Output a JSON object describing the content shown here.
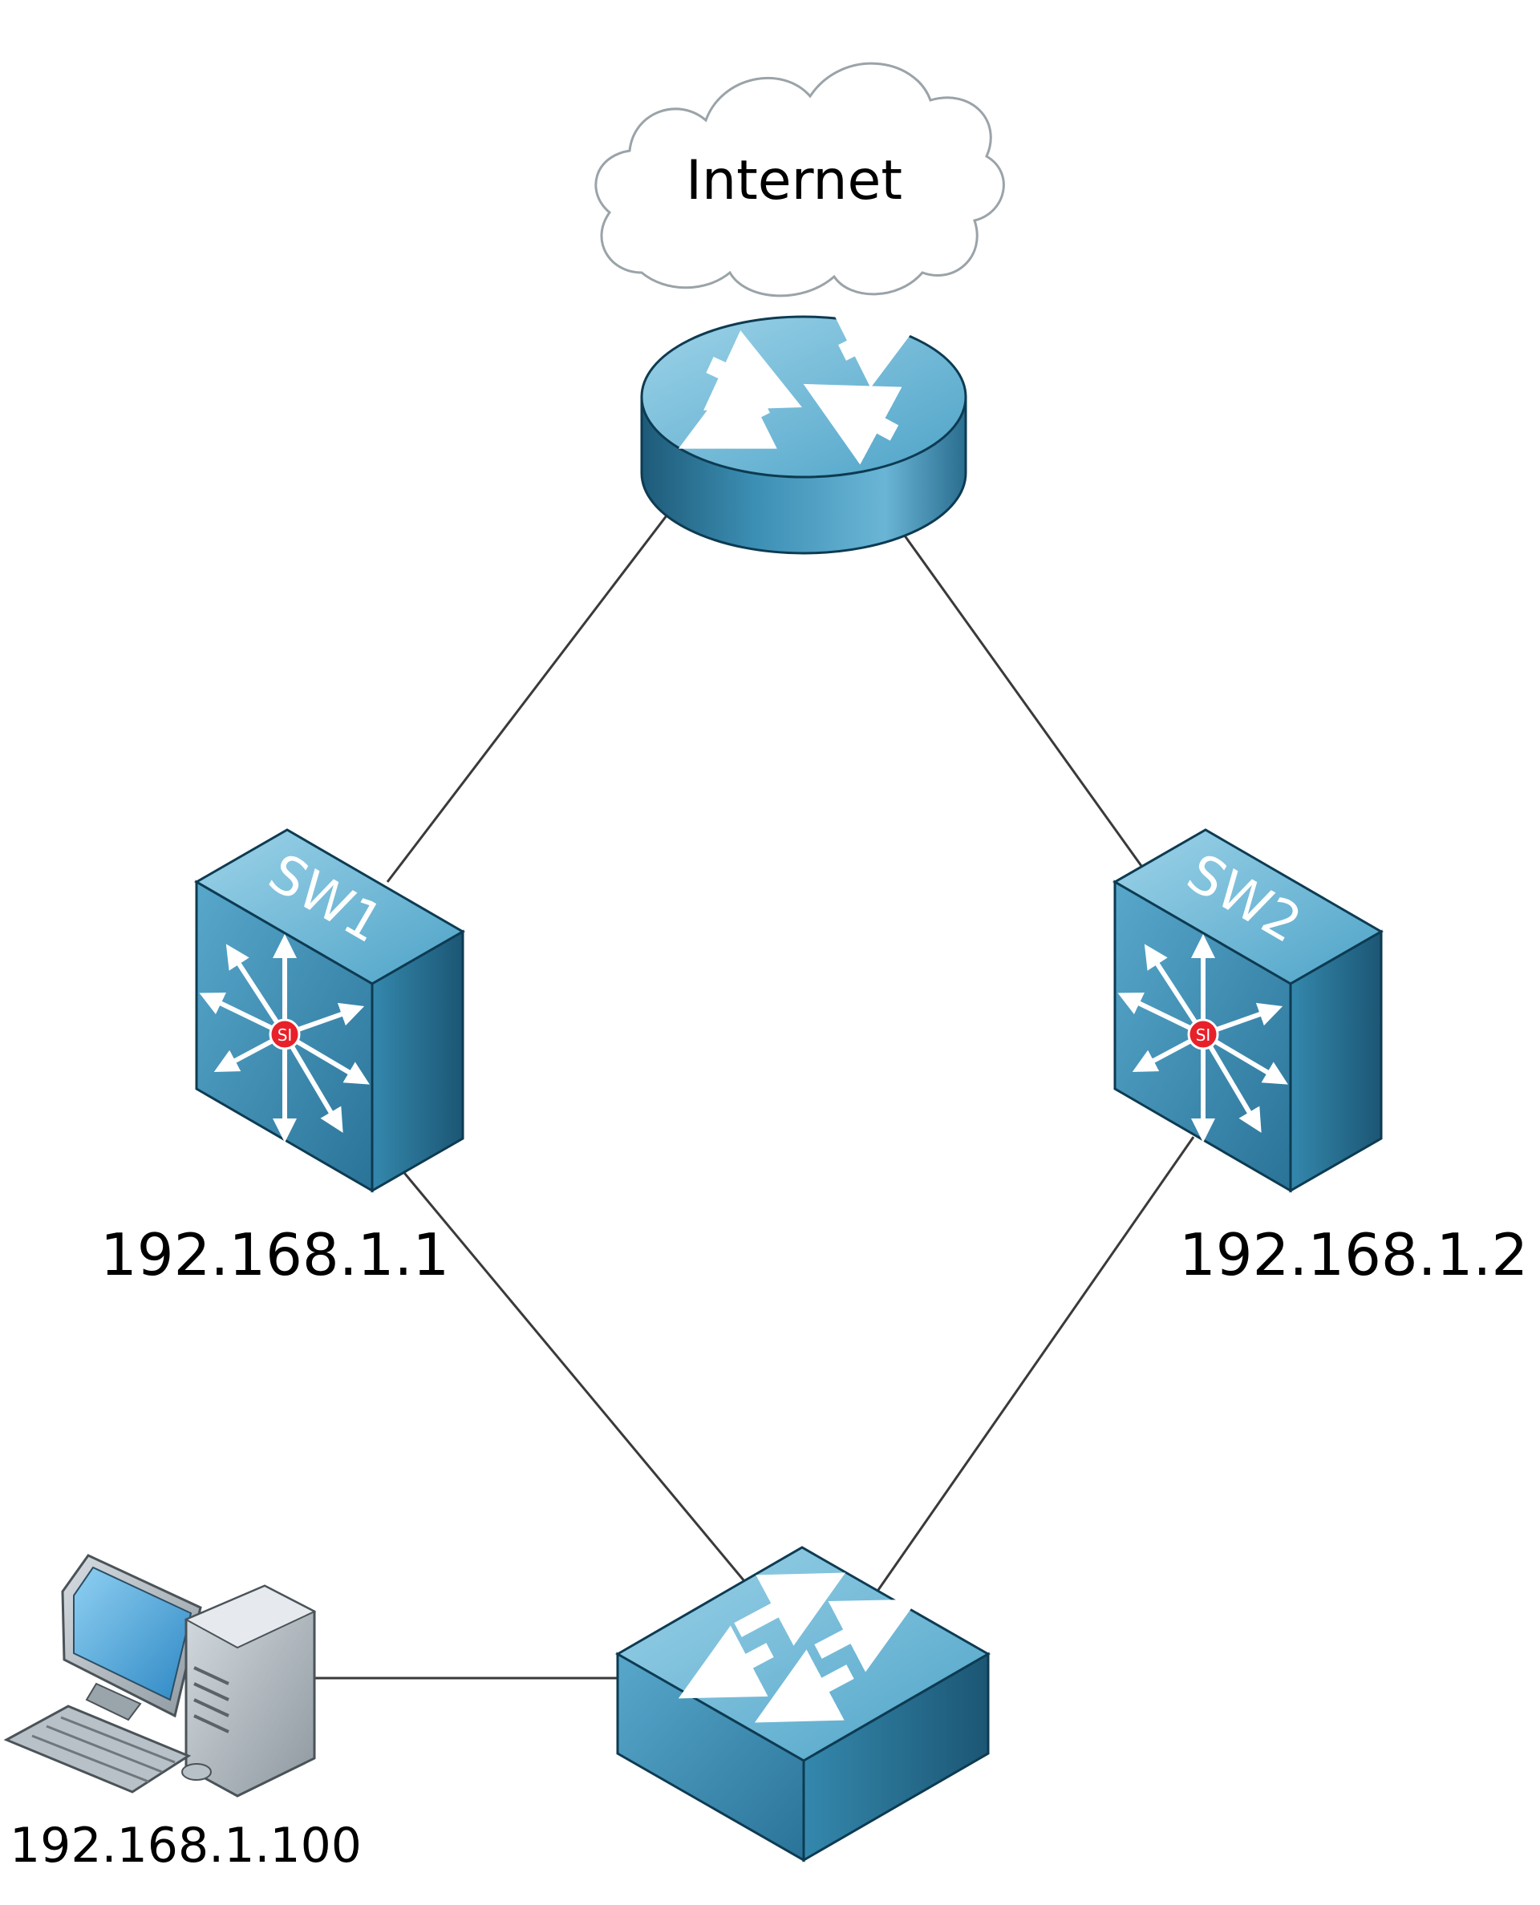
{
  "cloud": {
    "label": "Internet"
  },
  "devices": {
    "router": {
      "icon": "router-icon"
    },
    "sw1": {
      "name": "SW1",
      "ip": "192.168.1.1",
      "icon": "multilayer-switch-icon",
      "badge": "SI"
    },
    "sw2": {
      "name": "SW2",
      "ip": "192.168.1.2",
      "icon": "multilayer-switch-icon",
      "badge": "SI"
    },
    "access_switch": {
      "icon": "workgroup-switch-icon"
    },
    "pc": {
      "ip": "192.168.1.100",
      "icon": "workstation-icon"
    }
  },
  "colors": {
    "device_top": "#7cc0dc",
    "device_mid": "#3d8fb4",
    "device_dark": "#1f5f7f",
    "outline": "#0d3b52",
    "badge": "#e8202a",
    "link": "#3a3a3a",
    "cloud_stroke": "#9aa3a8"
  }
}
